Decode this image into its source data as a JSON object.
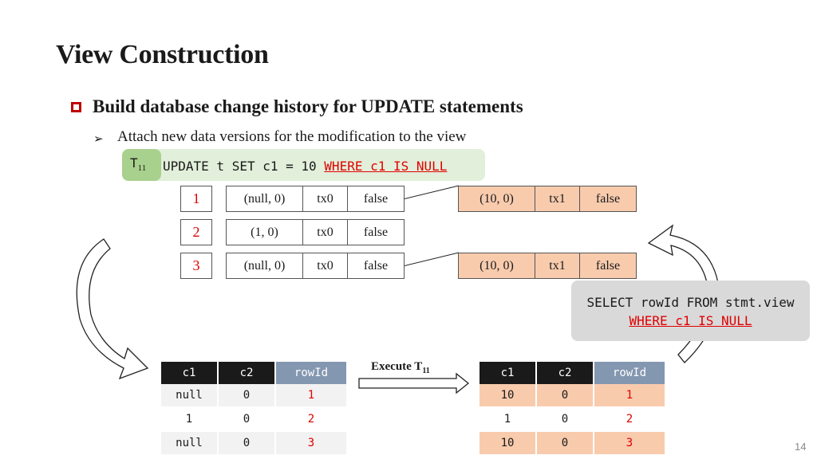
{
  "title": "View Construction",
  "bullet": "Build database change history for UPDATE statements",
  "sub_bullet": {
    "arrow": "➢",
    "text": "Attach new data versions for the modification to the view"
  },
  "statement": {
    "tx": "T",
    "tx_sub": "11",
    "code_prefix": "UPDATE t SET c1 = 10 ",
    "code_highlight": "WHERE c1 IS NULL"
  },
  "versions": [
    {
      "id": "1",
      "value": "(null, 0)",
      "tx": "tx0",
      "deleted": "false",
      "new": {
        "value": "(10, 0)",
        "tx": "tx1",
        "deleted": "false"
      }
    },
    {
      "id": "2",
      "value": "(1, 0)",
      "tx": "tx0",
      "deleted": "false"
    },
    {
      "id": "3",
      "value": "(null, 0)",
      "tx": "tx0",
      "deleted": "false",
      "new": {
        "value": "(10, 0)",
        "tx": "tx1",
        "deleted": "false"
      }
    }
  ],
  "select_box": {
    "line1": "SELECT rowId FROM stmt.view",
    "line2": "WHERE c1 IS NULL"
  },
  "execute": {
    "label": "Execute T",
    "sub": "11"
  },
  "table_before": {
    "headers": [
      "c1",
      "c2",
      "rowId"
    ],
    "rows": [
      [
        "null",
        "0",
        "1"
      ],
      [
        "1",
        "0",
        "2"
      ],
      [
        "null",
        "0",
        "3"
      ]
    ]
  },
  "table_after": {
    "headers": [
      "c1",
      "c2",
      "rowId"
    ],
    "rows": [
      [
        "10",
        "0",
        "1"
      ],
      [
        "1",
        "0",
        "2"
      ],
      [
        "10",
        "0",
        "3"
      ]
    ]
  },
  "page_number": "14",
  "colors": {
    "accent_red": "#e00000",
    "bullet_red": "#c00000",
    "statement_bg": "#e2efda",
    "tx_pill": "#a9d18e",
    "new_version": "#f8cbad",
    "rowid_header": "#8497b0"
  }
}
